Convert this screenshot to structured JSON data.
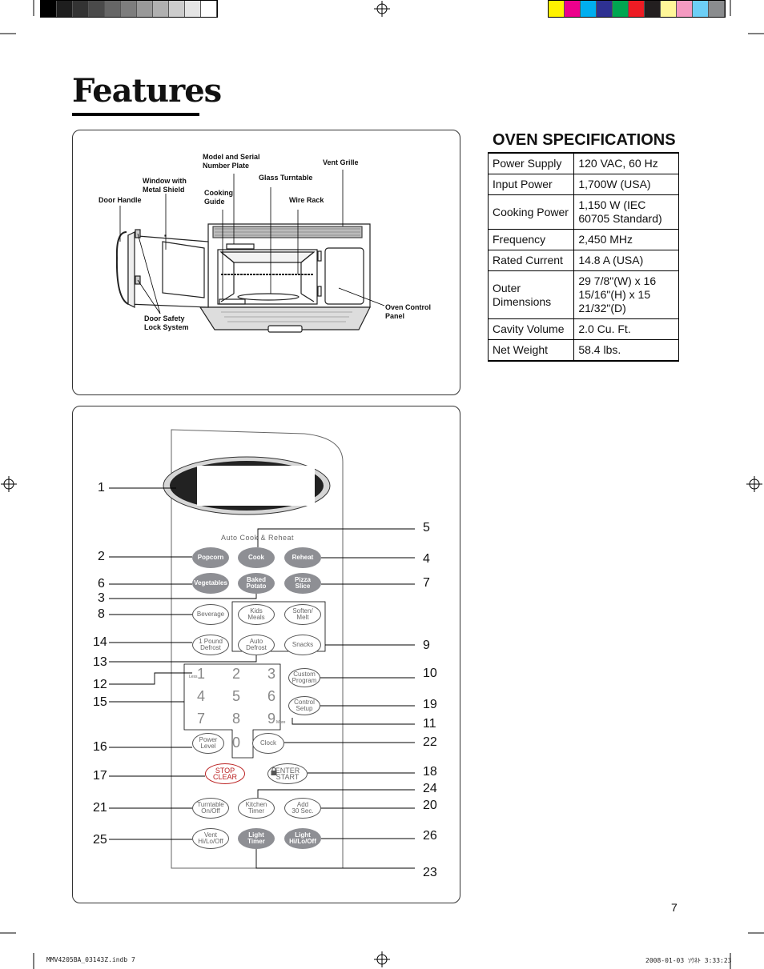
{
  "page": {
    "title": "Features",
    "page_number": "7",
    "footer_left": "MMV4205BA_03143Z.indb   7",
    "footer_right": "2008-01-03   ｿｳﾈﾄ 3:33:23"
  },
  "print_marks": {
    "gray_steps": [
      "#000000",
      "#1e1e1e",
      "#333333",
      "#4a4a4a",
      "#666666",
      "#7d7d7d",
      "#999999",
      "#b0b0b0",
      "#cccccc",
      "#e4e4e4",
      "#ffffff"
    ],
    "color_steps": [
      "#fff200",
      "#ec008c",
      "#00aeef",
      "#2e3192",
      "#00a651",
      "#ed1c24",
      "#231f20",
      "#fff799",
      "#f49ac1",
      "#6dcff6",
      "#8a8c8e"
    ]
  },
  "oven_diagram": {
    "labels": {
      "model_plate": "Model and Serial\nNumber Plate",
      "vent_grille": "Vent Grille",
      "window": "Window with\nMetal Shield",
      "glass_turntable": "Glass Turntable",
      "cooking_guide": "Cooking\nGuide",
      "door_handle": "Door Handle",
      "wire_rack": "Wire Rack",
      "oven_control_panel": "Oven Control\nPanel",
      "door_safety": "Door Safety\nLock System"
    }
  },
  "specs": {
    "title": "OVEN SPECIFICATIONS",
    "rows": [
      {
        "k": "Power Supply",
        "v": "120 VAC, 60 Hz"
      },
      {
        "k": "Input Power",
        "v": "1,700W (USA)"
      },
      {
        "k": "Cooking Power",
        "v": "1,150 W (IEC 60705 Standard)"
      },
      {
        "k": "Frequency",
        "v": "2,450 MHz"
      },
      {
        "k": "Rated Current",
        "v": "14.8 A (USA)"
      },
      {
        "k": "Outer Dimensions",
        "v": "29 7/8\"(W) x 16 15/16\"(H) x 15 21/32\"(D)"
      },
      {
        "k": "Cavity Volume",
        "v": "2.0 Cu. Ft."
      },
      {
        "k": "Net Weight",
        "v": "58.4 lbs."
      }
    ]
  },
  "control_panel": {
    "auto_cook_label": "Auto Cook & Reheat",
    "buttons": {
      "popcorn": "Popcorn",
      "cook": "Cook",
      "reheat": "Reheat",
      "vegetables": "Vegetables",
      "baked_potato": "Baked\nPotato",
      "pizza_slice": "Pizza\nSlice",
      "beverage": "Beverage",
      "kids_meals": "Kids\nMeals",
      "soften_melt": "Soften/\nMelt",
      "pound_defrost": "1 Pound\nDefrost",
      "auto_defrost": "Auto\nDefrost",
      "snacks": "Snacks",
      "custom_program": "Custom\nProgram",
      "control_setup": "Control\nSetup",
      "power_level": "Power\nLevel",
      "clock": "Clock",
      "stop_clear": "STOP\nCLEAR",
      "enter_start": "ENTER\nSTART",
      "turntable": "Turntable\nOn/Off",
      "kitchen_timer": "Kitchen\nTimer",
      "add_30": "Add\n30 Sec.",
      "vent": "Vent\nHi/Lo/Off",
      "light_timer": "Light\nTimer",
      "light": "Light\nHi/Lo/Off"
    },
    "keypad": [
      "1",
      "2",
      "3",
      "4",
      "5",
      "6",
      "7",
      "8",
      "9",
      "0"
    ],
    "less_label": "Less",
    "more_label": "More",
    "callouts_left": [
      "1",
      "2",
      "6",
      "3",
      "8",
      "14",
      "13",
      "12",
      "15",
      "16",
      "17",
      "21",
      "25"
    ],
    "callouts_right": [
      "5",
      "4",
      "7",
      "9",
      "10",
      "19",
      "11",
      "22",
      "18",
      "24",
      "20",
      "26",
      "23"
    ]
  }
}
